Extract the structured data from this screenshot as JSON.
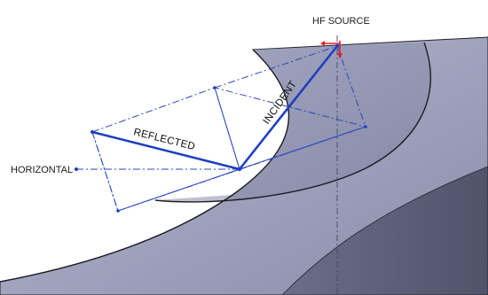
{
  "labels": {
    "source": "HF SOURCE",
    "incident": "INCIDENT",
    "reflected": "REFLECTED",
    "horizontal": "HORIZONTAL"
  },
  "colors": {
    "vector": "#1f3fbf",
    "construction": "#2a47c4",
    "axis_marker": "#e0202a",
    "surface_light": "#a6a9c2",
    "surface_mid": "#8e92ae",
    "surface_dark": "#5d6079",
    "edge": "#20212a"
  }
}
